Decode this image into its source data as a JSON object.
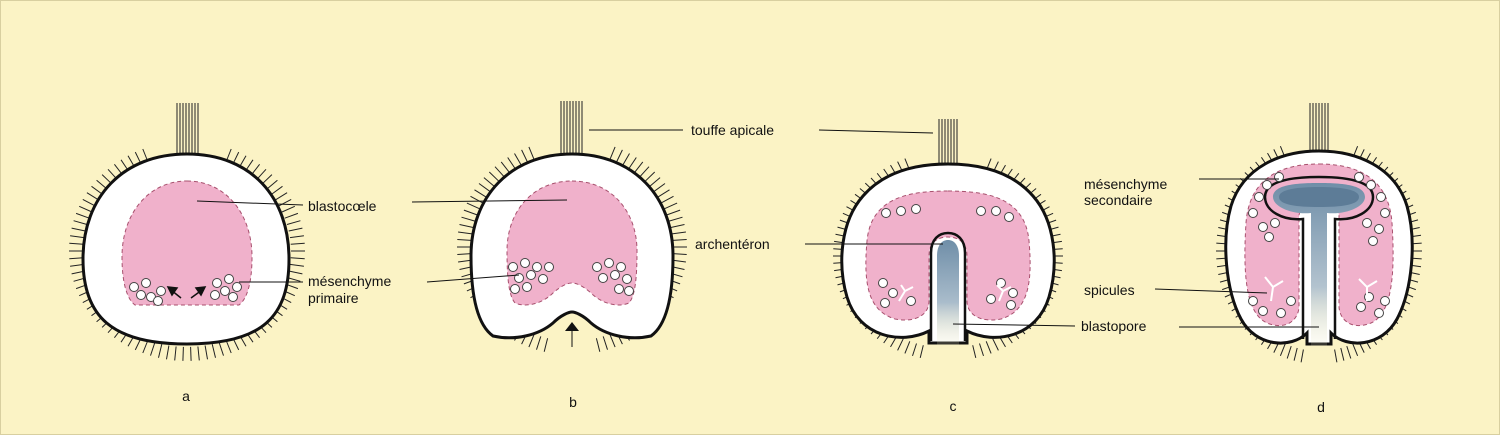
{
  "labels": {
    "touffe_apicale": "touffe apicale",
    "blastocoele": "blastocœle",
    "mesenchyme_primaire_line1": "mésenchyme",
    "mesenchyme_primaire_line2": "primaire",
    "archenteron": "archentéron",
    "mesenchyme_secondaire_line1": "mésenchyme",
    "mesenchyme_secondaire_line2": "secondaire",
    "spicules": "spicules",
    "blastopore": "blastopore"
  },
  "panels": [
    {
      "id": "a",
      "caption": "a"
    },
    {
      "id": "b",
      "caption": "b"
    },
    {
      "id": "c",
      "caption": "c"
    },
    {
      "id": "d",
      "caption": "d"
    }
  ],
  "colors": {
    "background": "#fbf3c5",
    "tissue_pink": "#f0b1cb",
    "gut_blue": "#6f8ea8",
    "outline": "#111111",
    "ectoderm": "#ffffff"
  }
}
